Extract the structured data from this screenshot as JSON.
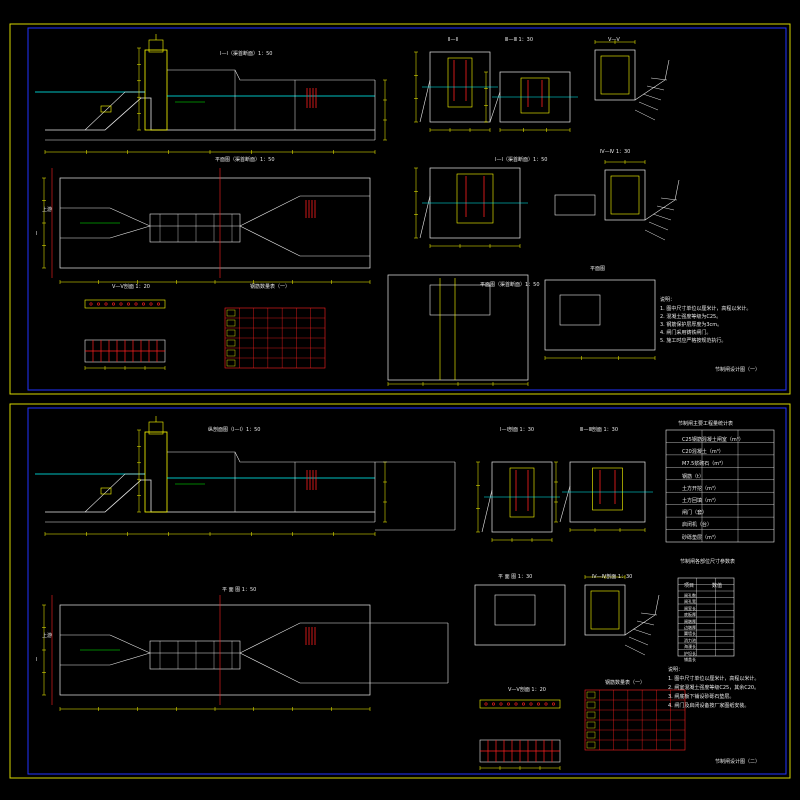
{
  "colors": {
    "background": "#000000",
    "frame_outer": "#d8d800",
    "frame_inner": "#2233ff",
    "line_white": "#e8e8e8",
    "line_yellow": "#ffff00",
    "line_cyan": "#00ffff",
    "line_green": "#00ff00",
    "line_red": "#ff2020",
    "line_magenta": "#ff40ff"
  },
  "sheet1": {
    "title_main": "Ⅰ—Ⅰ（渠首断面）1：50",
    "title_plan": "平面图（渠首断面）1：50",
    "title_section_2": "Ⅱ—Ⅱ",
    "title_section_3": "Ⅲ—Ⅲ 1：30",
    "title_section_right": "Ⅴ—Ⅴ",
    "title_mid_section": "Ⅰ—Ⅰ（渠首断面）1：50",
    "title_mid_section_right": "Ⅳ—Ⅳ 1：30",
    "title_plan_right": "平面图（渠首断面）1：50",
    "title_plan_small": "平面图",
    "title_small_v": "Ⅴ—Ⅴ剖面 1：20",
    "title_table": "钢筋数量表（一）",
    "label_left_arrow": "上游",
    "label_left_bracket": "Ⅰ",
    "notes_title": "说明：",
    "notes": [
      "1. 图中尺寸单位以厘米计，高程以米计。",
      "2. 混凝土强度等级为C25。",
      "3. 钢筋保护层厚度为3cm。",
      "4. 闸门采用铸铁闸门。",
      "5. 施工时应严格按规范执行。"
    ],
    "footer_label": "节制闸设计图（一）"
  },
  "sheet2": {
    "title_main": "纵剖面图（Ⅰ—Ⅰ）1：50",
    "title_plan": "平 面 图 1：50",
    "title_sec_a": "Ⅰ—Ⅰ剖面 1：30",
    "title_sec_b": "Ⅲ—Ⅲ剖面 1：30",
    "title_plan_small": "平 面 图 1：30",
    "title_sec_c": "Ⅳ—Ⅳ剖面 1：30",
    "title_small_v": "Ⅴ—Ⅴ剖面 1：20",
    "title_table_small": "钢筋数量表（一）",
    "table1_title": "节制闸主要工程量统计表",
    "table1_rows": [
      "C25钢筋混凝土闸室（m³）",
      "C20混凝土（m³）",
      "M7.5浆砌石（m³）",
      "钢筋（t）",
      "土方开挖（m³）",
      "土方回填（m³）",
      "闸门（套）",
      "启闭机（台）",
      "砂砾垫层（m³）"
    ],
    "table2_title": "节制闸各部位尺寸参数表",
    "table2_rows": [
      "闸孔数",
      "闸孔宽",
      "闸室长",
      "底板厚",
      "闸墩厚",
      "边墩厚",
      "翼墙长",
      "消力池",
      "海漫长",
      "护坦长",
      "铺盖长"
    ],
    "table2_col_a": "项目",
    "table2_col_b": "数值",
    "label_left_arrow": "上游",
    "label_left_bracket": "Ⅰ",
    "notes_title": "说明：",
    "notes": [
      "1. 图中尺寸单位以厘米计，高程以米计。",
      "2. 闸室混凝土强度等级C25，其余C20。",
      "3. 闸底板下铺设砂砾石垫层。",
      "4. 闸门及启闭设备按厂家图纸安装。"
    ],
    "footer_label": "节制闸设计图（二）"
  }
}
